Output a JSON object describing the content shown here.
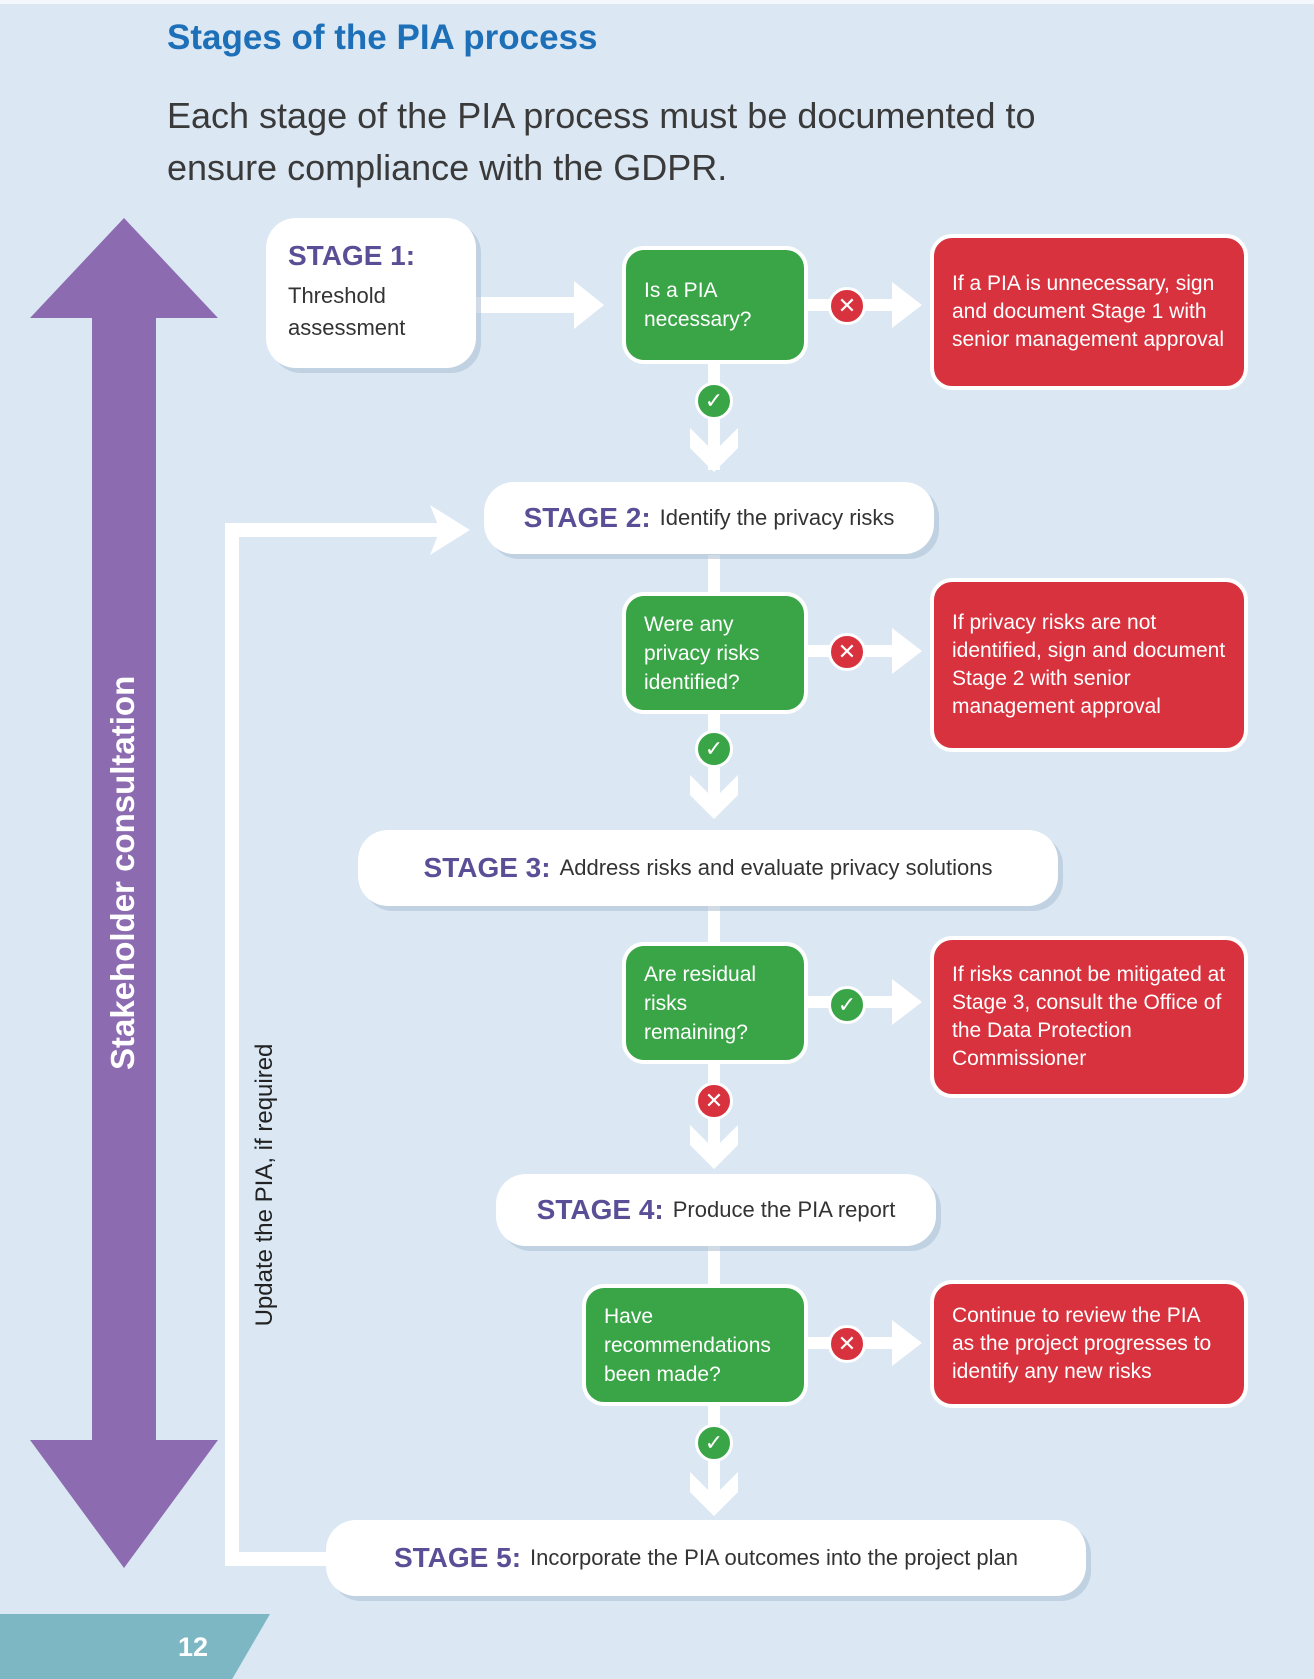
{
  "title": "Stages of the PIA process",
  "intro": "Each stage of the PIA process must be documented to ensure compliance with the GDPR.",
  "stakeholder_label": "Stakeholder consultation",
  "update_label": "Update the PIA, if required",
  "stages": [
    {
      "label": "STAGE 1:",
      "text": "Threshold assessment"
    },
    {
      "label": "STAGE 2:",
      "text": "Identify the privacy risks"
    },
    {
      "label": "STAGE 3:",
      "text": "Address risks and evaluate privacy solutions"
    },
    {
      "label": "STAGE 4:",
      "text": "Produce the PIA report"
    },
    {
      "label": "STAGE 5:",
      "text": "Incorporate the PIA outcomes into the project plan"
    }
  ],
  "questions": [
    "Is a PIA necessary?",
    "Were any privacy risks identified?",
    "Are residual risks remaining?",
    "Have recommendations been made?"
  ],
  "outcomes": [
    "If a PIA is unnecessary, sign and document Stage 1 with senior management approval",
    "If privacy risks are not identified, sign and document Stage 2 with senior management approval",
    "If risks cannot be mitigated at Stage 3, consult the Office of the Data Protection Commissioner",
    "Continue to review the PIA as the project progresses to identify any new risks"
  ],
  "icons": {
    "yes": "check-icon",
    "no": "cross-icon"
  },
  "colors": {
    "background": "#dbe8f4",
    "title": "#1d6fb8",
    "stage_label": "#5a4f96",
    "question": "#3aa547",
    "outcome": "#d8323e",
    "stakeholder_arrow": "#8c6bb1",
    "page_tab": "#7db7c4"
  },
  "page_number": "12"
}
